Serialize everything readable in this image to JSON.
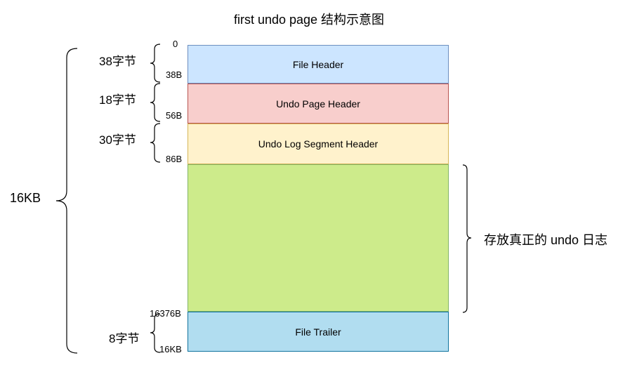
{
  "title": "first undo page 结构示意图",
  "colors": {
    "file_header": "#cce5ff",
    "undo_page_header": "#f8cecc",
    "undo_log_segment_header": "#fff2cc",
    "log_area": "#cdeb8b",
    "file_trailer": "#b1ddf0"
  },
  "blocks": [
    {
      "label": "File Header"
    },
    {
      "label": "Undo Page Header"
    },
    {
      "label": "Undo Log Segment Header"
    },
    {
      "label": ""
    },
    {
      "label": "File Trailer"
    }
  ],
  "offsets": [
    "0",
    "38B",
    "56B",
    "86B",
    "16376B",
    "16KB"
  ],
  "sizes": [
    "38字节",
    "18字节",
    "30字节",
    "8字节"
  ],
  "total_label": "16KB",
  "log_label": "存放真正的 undo 日志"
}
